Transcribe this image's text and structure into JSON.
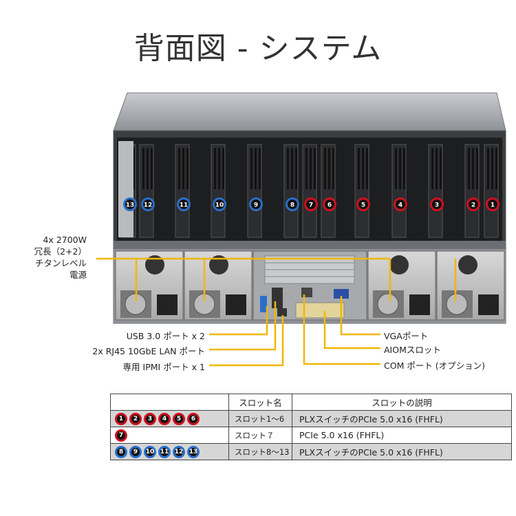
{
  "title": "背面図 - システム",
  "labels": {
    "psu": [
      "4x 2700W",
      "冗長（2+2）",
      "チタンレベル",
      "電源"
    ],
    "usb": "USB 3.0 ポート x 2",
    "lan": "2x RJ45 10GbE LAN ポート",
    "ipmi": "専用 IPMI ポート x 1",
    "vga": "VGAポート",
    "aiom": "AIOMスロット",
    "com": "COM ポート (オプション)"
  },
  "slot_markers": [
    {
      "n": "13",
      "color": "blue"
    },
    {
      "n": "12",
      "color": "blue"
    },
    {
      "n": "11",
      "color": "blue"
    },
    {
      "n": "10",
      "color": "blue"
    },
    {
      "n": "9",
      "color": "blue"
    },
    {
      "n": "8",
      "color": "blue"
    },
    {
      "n": "7",
      "color": "red"
    },
    {
      "n": "6",
      "color": "red"
    },
    {
      "n": "5",
      "color": "red"
    },
    {
      "n": "4",
      "color": "red"
    },
    {
      "n": "3",
      "color": "red"
    },
    {
      "n": "2",
      "color": "red"
    },
    {
      "n": "1",
      "color": "red"
    }
  ],
  "colors": {
    "red": "#d01020",
    "blue": "#2a6fc9",
    "callout": "#f2b705"
  },
  "table": {
    "headers": [
      "",
      "スロット名",
      "スロットの説明"
    ],
    "rows": [
      {
        "circles": [
          "1",
          "2",
          "3",
          "4",
          "5",
          "6"
        ],
        "color": "red",
        "slot": "スロット1〜6",
        "desc": "PLXスイッチのPCIe 5.0 x16 (FHFL)"
      },
      {
        "circles": [
          "7"
        ],
        "color": "red",
        "slot": "スロット７",
        "desc": "PCIe 5.0 x16 (FHFL)"
      },
      {
        "circles": [
          "8",
          "9",
          "10",
          "11",
          "12",
          "13"
        ],
        "color": "blue",
        "slot": "スロット8〜13",
        "desc": "PLXスイッチのPCIe 5.0 x16 (FHFL)"
      }
    ]
  }
}
